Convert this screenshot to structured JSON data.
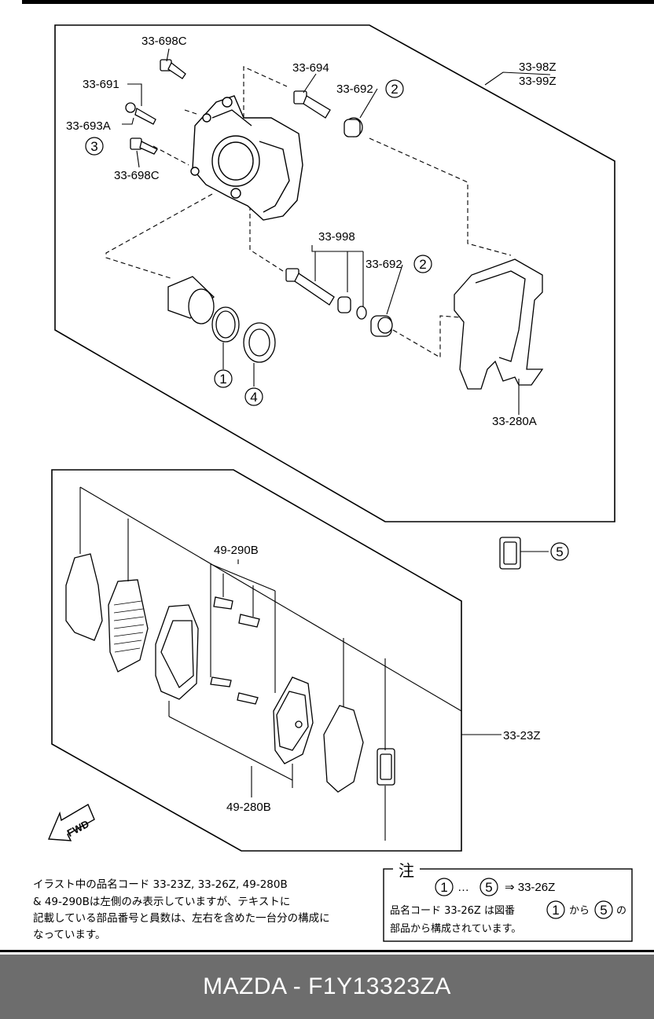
{
  "parts": {
    "p33_698C_top": "33-698C",
    "p33_691": "33-691",
    "p33_693A": "33-693A",
    "p33_698C_bottom": "33-698C",
    "p33_694": "33-694",
    "p33_692_top": "33-692",
    "p33_98Z": "33-98Z",
    "p33_99Z": "33-99Z",
    "p33_998": "33-998",
    "p33_692_mid": "33-692",
    "p33_280A": "33-280A",
    "p49_290B": "49-290B",
    "p49_280B": "49-280B",
    "p33_23Z": "33-23Z"
  },
  "circled": {
    "c1": "1",
    "c2_top": "2",
    "c2_mid": "2",
    "c3": "3",
    "c4": "4",
    "c5": "5"
  },
  "fwd": "FWD",
  "note_left": {
    "line1": "イラスト中の品名コード  33-23Z, 33-26Z, 49-280B",
    "line2": "& 49-290Bは左側のみ表示していますが、テキストに",
    "line3": "記載している部品番号と員数は、左右を含めた一台分の構成に",
    "line4": "なっています。"
  },
  "note_box": {
    "title": "注",
    "c1": "1",
    "ellipsis": "…",
    "c5": "5",
    "arrow_text": "⇒  33-26Z",
    "line2_a": "品名コード  33-26Z  は図番",
    "line2_c1": "1",
    "line2_b": "から",
    "line2_c5": "5",
    "line2_c": "の",
    "line3": "部品から構成されています。"
  },
  "footer": "MAZDA - F1Y13323ZA"
}
